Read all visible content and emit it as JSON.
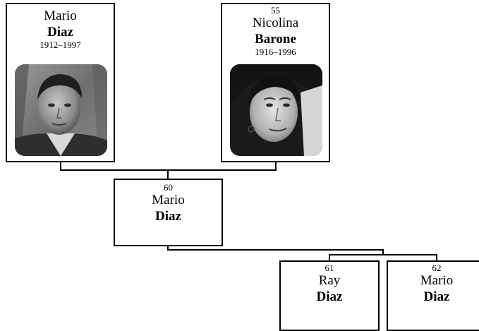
{
  "people": {
    "mario_sr": {
      "number": "",
      "first_name": "Mario",
      "last_name": "Diaz",
      "years": "1912–1997"
    },
    "nicolina": {
      "number": "55",
      "first_name": "Nicolina",
      "last_name": "Barone",
      "years": "1916–1996"
    },
    "mario_jr": {
      "number": "60",
      "first_name": "Mario",
      "last_name": "Diaz"
    },
    "ray": {
      "number": "61",
      "first_name": "Ray",
      "last_name": "Diaz"
    },
    "mario_iii": {
      "number": "62",
      "first_name": "Mario",
      "last_name": "Diaz"
    }
  }
}
